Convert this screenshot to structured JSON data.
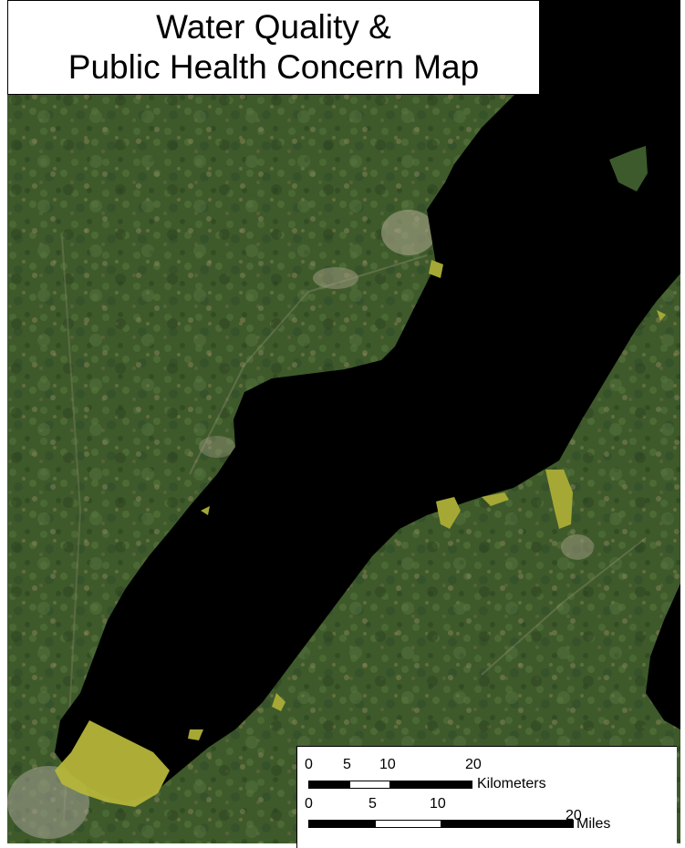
{
  "title": {
    "line1": "Water Quality &",
    "line2": "Public Health Concern Map"
  },
  "scale_bars": {
    "kilometers": {
      "ticks": [
        "0",
        "5",
        "10",
        "20"
      ],
      "unit": "Kilometers"
    },
    "miles": {
      "ticks": [
        "0",
        "5",
        "10",
        "20"
      ],
      "unit": "Miles"
    }
  },
  "map": {
    "water_color": "#000000",
    "land_color": "#3f5a2c",
    "algae_color": "#b9b93a"
  }
}
